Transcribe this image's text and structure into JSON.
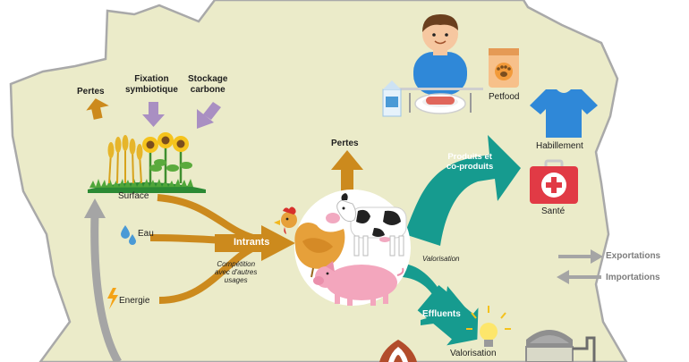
{
  "labels": {
    "pertes_top": "Pertes",
    "fixation": "Fixation\nsymbiotique",
    "stockage": "Stockage\ncarbone",
    "surface": "Surface",
    "eau": "Eau",
    "energie": "Energie",
    "intrants": "Intrants",
    "competition": "Compétition\navec d'autres\nusages",
    "pertes_mid": "Pertes",
    "produits": "Produits et\nco-produits",
    "valorisation_italic": "Valorisation",
    "effluents": "Effluents",
    "valorisation": "Valorisation",
    "petfood": "Petfood",
    "habillement": "Habillement",
    "sante": "Santé",
    "exportations": "Exportations",
    "importations": "Importations"
  },
  "icons": {
    "pertes_top": "orange-up-arrow-icon",
    "fixation": "purple-down-arrow-icon",
    "stockage": "purple-diagonal-arrow-icon",
    "field": "wheat-sunflower-field-icon",
    "eau": "water-drops-icon",
    "energie": "lightning-icon",
    "animals": "chicken-cow-pig-icon",
    "person": "person-eating-icon",
    "milk": "milk-carton-icon",
    "plate": "plate-sausage-icon",
    "petfood": "petfood-bag-icon",
    "habillement": "tshirt-icon",
    "sante": "first-aid-kit-icon",
    "bulb": "light-bulb-icon",
    "biogas": "biogas-tank-icon",
    "shield": "shield-icon"
  },
  "colors": {
    "map_fill": "#ebebc9",
    "map_border": "#a9a9a9",
    "arrow_orange": "#cc8a1d",
    "arrow_purple": "#a98fc2",
    "arrow_teal": "#169b8f",
    "arrow_grey": "#a5a5a5"
  }
}
